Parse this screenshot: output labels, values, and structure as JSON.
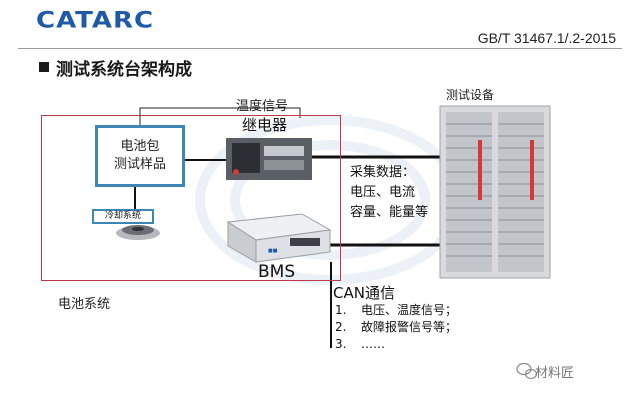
{
  "header": {
    "logo_text": "CATARC",
    "standard": "GB/T 31467.1/.2-2015",
    "title": "测试系统台架构成"
  },
  "diagram": {
    "battery_pack": [
      "电池包",
      "测试样品"
    ],
    "cooling_system": "冷却系统",
    "temperature_signal": "温度信号",
    "relay": "继电器",
    "bms": "BMS",
    "test_equipment": "测试设备",
    "collect_data": [
      "采集数据：",
      "电压、电流",
      "容量、能量等"
    ],
    "battery_system": "电池系统",
    "can": {
      "title": "CAN通信",
      "items": [
        {
          "num": "1.",
          "text": "电压、温度信号；"
        },
        {
          "num": "2.",
          "text": "故障报警信号等；"
        },
        {
          "num": "3.",
          "text": "……"
        }
      ]
    }
  },
  "watermark": "材料匠",
  "colors": {
    "logo": "#1f5aa6",
    "frame": "#c0394a",
    "box_border": "#3d86b8",
    "equipment": "#d8dade",
    "indicator": "#d23a3a"
  }
}
